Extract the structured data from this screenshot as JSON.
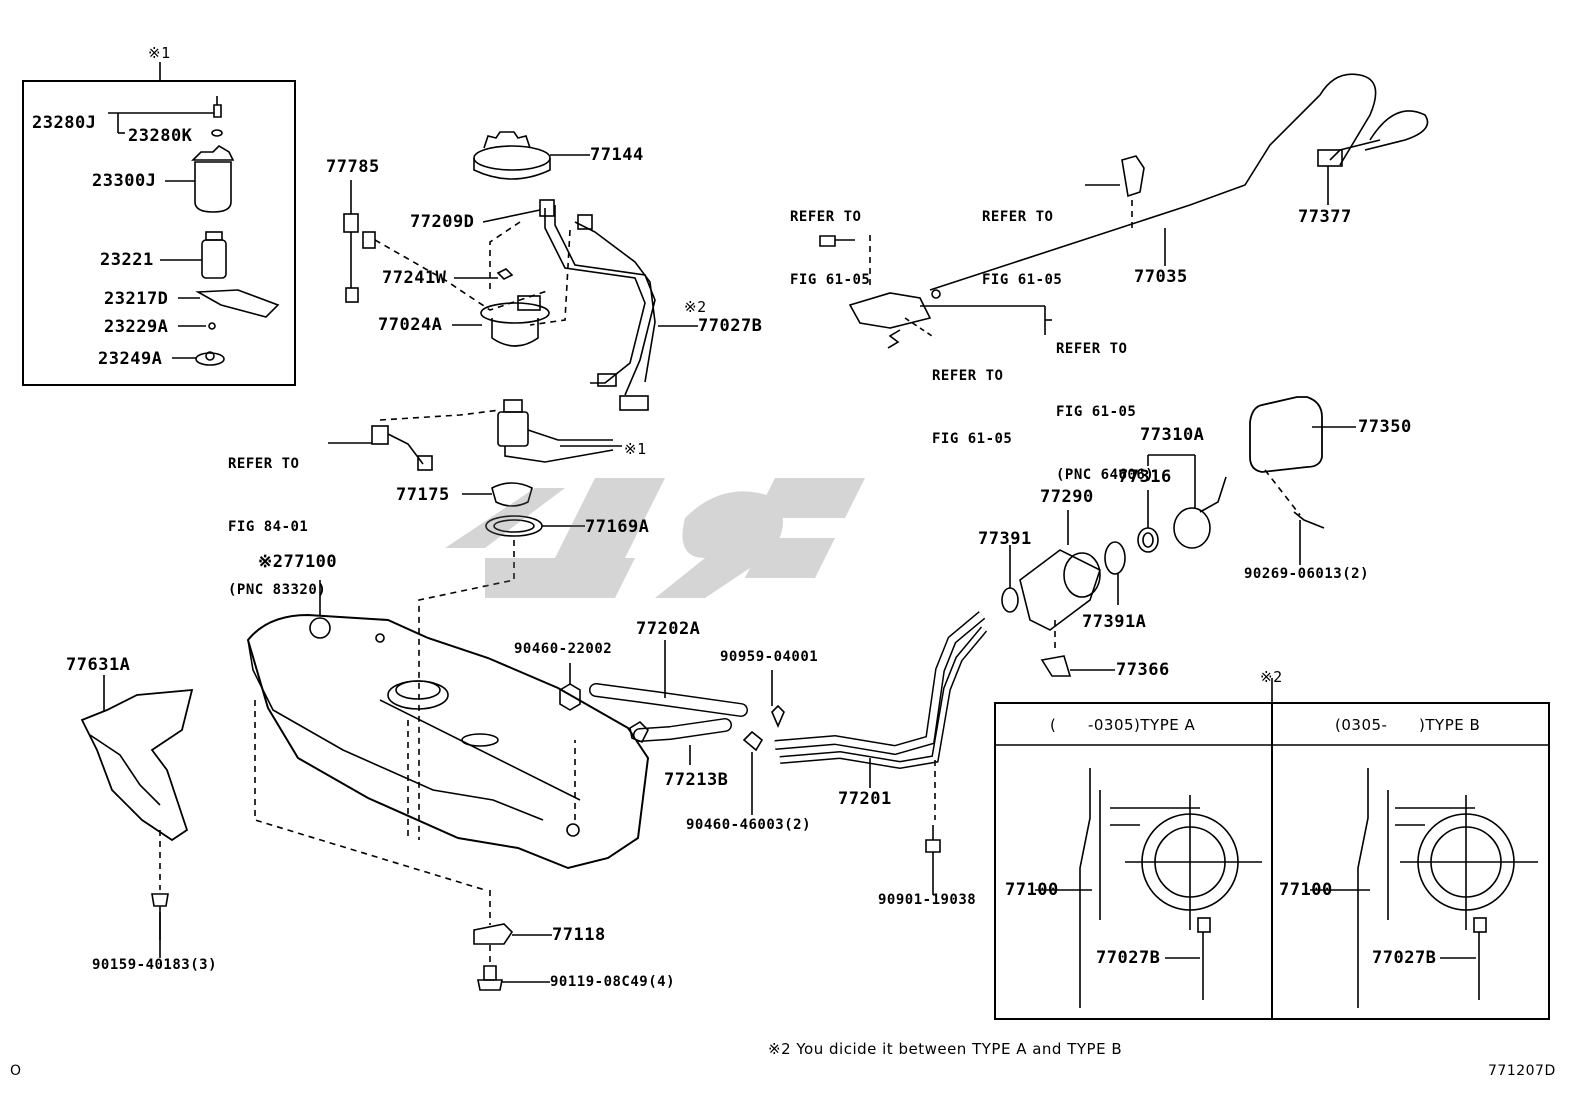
{
  "watermark_text": "ی‌ژی",
  "labels": {
    "note1_top": "※1",
    "p23280J": "23280J",
    "p23280K": "23280K",
    "p23300J": "23300J",
    "p23221": "23221",
    "p23217D": "23217D",
    "p23229A": "23229A",
    "p23249A": "23249A",
    "p77785": "77785",
    "p77144": "77144",
    "p77209D": "77209D",
    "p77241W": "77241W",
    "p77024A": "77024A",
    "note2_77027B": "※2",
    "p77027B": "77027B",
    "note1_pump": "※1",
    "p77175": "77175",
    "p77169A": "77169A",
    "p77100_main": "※277100",
    "p77631A": "77631A",
    "p90159": "90159-40183(3)",
    "p77118": "77118",
    "p90119": "90119-08C49(4)",
    "p90460_22002": "90460-22002",
    "p77202A": "77202A",
    "p90959": "90959-04001",
    "p77213B": "77213B",
    "p90460_46003": "90460-46003(2)",
    "p77201": "77201",
    "p90901": "90901-19038",
    "p77391": "77391",
    "p77290": "77290",
    "p77391A": "77391A",
    "p77366": "77366",
    "p77316": "77316",
    "p77310A": "77310A",
    "p77350": "77350",
    "p90269": "90269-06013(2)",
    "p77035": "77035",
    "p77377": "77377",
    "note2_table": "※2"
  },
  "refs": {
    "ref_a": [
      "REFER TO",
      "FIG 61-05"
    ],
    "ref_b": [
      "REFER TO",
      "FIG 61-05"
    ],
    "ref_c": [
      "REFER TO",
      "FIG 61-05",
      "(PNC 64606)"
    ],
    "ref_d": [
      "REFER TO",
      "FIG 61-05"
    ],
    "ref_e": [
      "REFER TO",
      "FIG 84-01",
      "(PNC 83320)"
    ]
  },
  "table": {
    "type_a_header": "(      -0305)TYPE A",
    "type_b_header": "(0305-      )TYPE B",
    "a_77100": "77100",
    "a_77027B": "77027B",
    "b_77100": "77100",
    "b_77027B": "77027B"
  },
  "footer": {
    "note": "※2 You dicide it between TYPE A and TYPE B",
    "left_mark": "O",
    "figure_code": "771207D"
  }
}
